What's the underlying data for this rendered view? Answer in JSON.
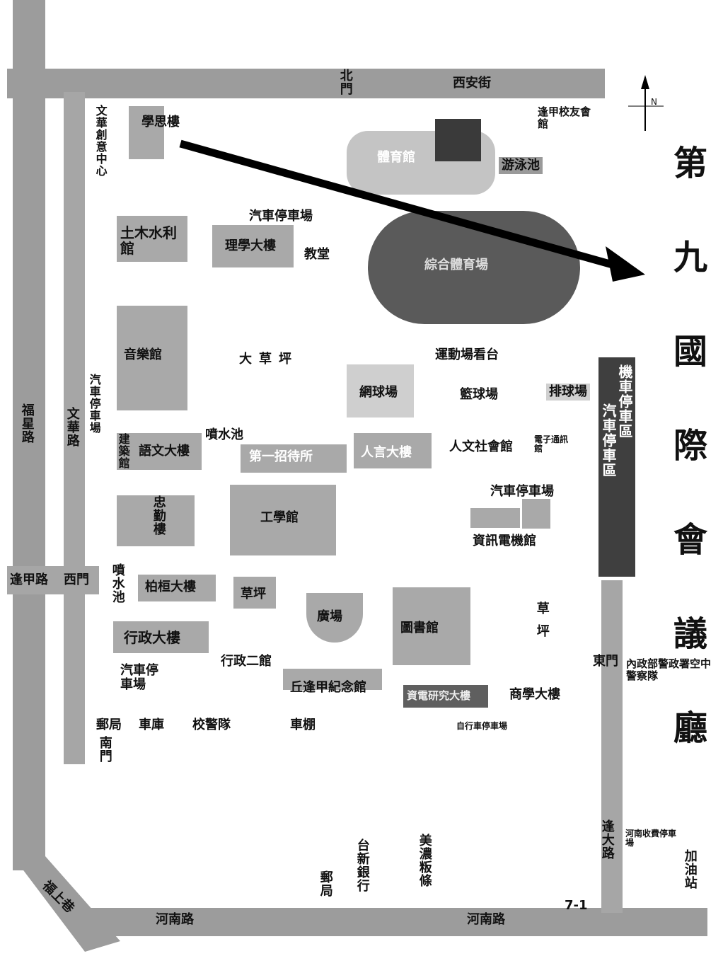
{
  "roads": {
    "north": "西安街",
    "south_left": "河南路",
    "south_right": "河南路",
    "west_outer": "福星路",
    "west_inner": "文華路",
    "west_gate_road": "逢甲路",
    "diagonal": "福上巷",
    "east": "逢大路"
  },
  "gates": {
    "north": "北門",
    "west": "西門",
    "south": "南門",
    "east": "東門"
  },
  "buildings": {
    "xuesi": "學思樓",
    "wenhua_center": "文華創意中心",
    "civil": "土木水利館",
    "science": "理學大樓",
    "church": "教堂",
    "parking1": "汽車停車場",
    "gym": "體育館",
    "stadium": "綜合體育場",
    "pool": "游泳池",
    "alumni": "逢甲校友會館",
    "music": "音樂館",
    "lawn_big": "大草坪",
    "stands": "運動場看台",
    "tennis": "網球場",
    "basketball": "籃球場",
    "volleyball": "排球場",
    "parking_west": "汽車停車場",
    "architecture": "建築館",
    "language": "語文大樓",
    "fountain1": "噴水池",
    "guest": "第一招待所",
    "humanities": "人言大樓",
    "social": "人文社會館",
    "electronic": "電子通訊館",
    "parking2": "汽車停車場",
    "zhongqin": "忠勤樓",
    "engineering": "工學館",
    "it": "資訊電機館",
    "fountain2": "噴水池",
    "cypress": "柏桓大樓",
    "lawn2": "草坪",
    "square": "廣場",
    "library": "圖書館",
    "lawn3": "草坪",
    "admin": "行政大樓",
    "parking3": "汽車停車場",
    "admin2": "行政二館",
    "memorial": "丘逢甲紀念館",
    "business_center": "資電研究大樓",
    "business": "商學大樓",
    "post": "郵局",
    "garage": "車庫",
    "security": "校警隊",
    "shed": "車棚",
    "bike": "自行車停車場",
    "police": "內政部警政署空中警察隊",
    "moto": "機車停車區",
    "car": "汽車停車區",
    "post2": "郵局",
    "taishin": "台新銀行",
    "meinong": "美濃粄條",
    "toll": "河南收費停車場",
    "gas": "加油站",
    "code": "7-1"
  },
  "compass": "N",
  "title_chars": [
    "第",
    "九",
    "國",
    "際",
    "會",
    "議",
    "廳"
  ]
}
